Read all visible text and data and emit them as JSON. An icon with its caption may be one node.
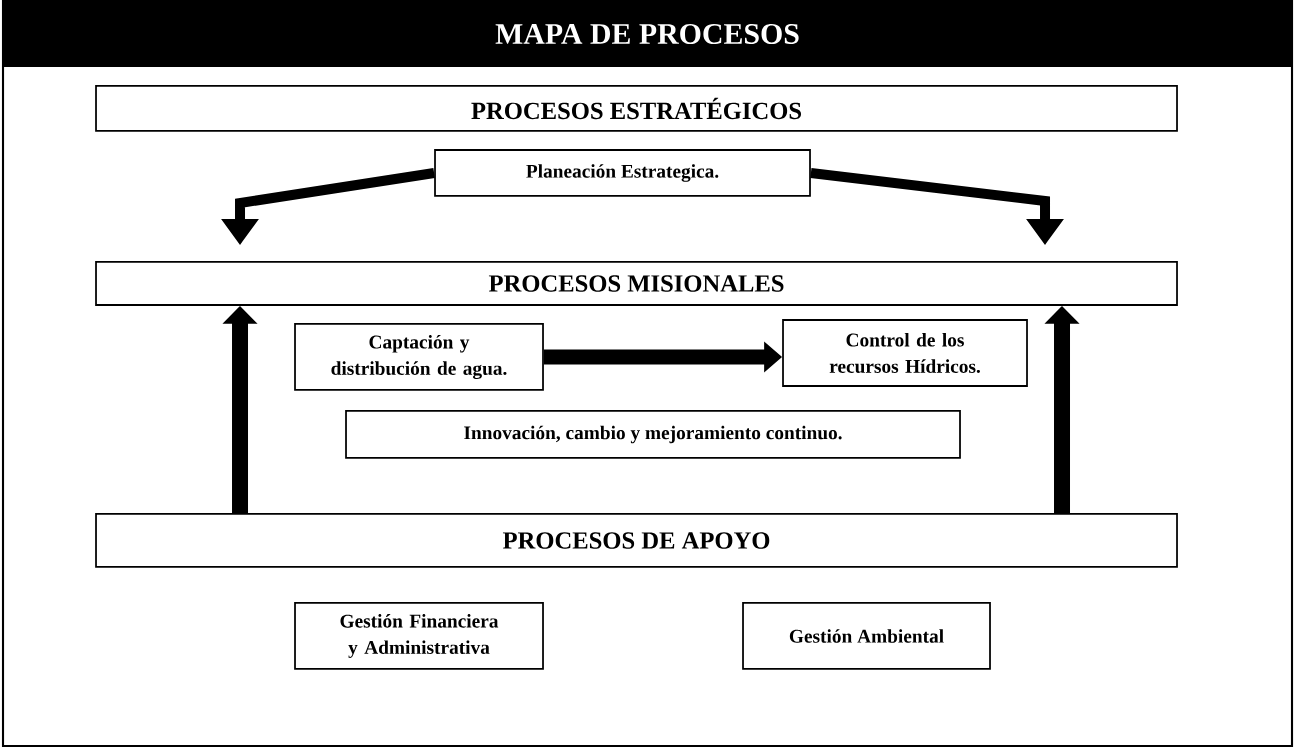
{
  "diagram": {
    "nodes": [
      {
        "text": [
          "MAPA DE PROCESOS"
        ]
      },
      {
        "text": [
          "PROCESOS ESTRATÉGICOS"
        ],
        "in": 0
      },
      {
        "text": [
          "Planeación Estrategica."
        ],
        "in": 0
      },
      {
        "text": [
          "PROCESOS MISIONALES"
        ],
        "in": 0
      },
      {
        "text": [
          "Captación y distribución de agua."
        ],
        "in": 0
      },
      {
        "text": [
          "Control de los recursos Hídricos."
        ],
        "in": 0
      },
      {
        "text": [
          "Innovación, cambio y mejoramiento continuo."
        ],
        "in": 0
      },
      {
        "text": [
          "PROCESOS DE APOYO"
        ],
        "in": 0
      },
      {
        "text": [
          "Gestión Financiera y Administrativa"
        ],
        "in": 0
      },
      {
        "text": [
          "Gestión Ambiental"
        ],
        "in": 0
      }
    ],
    "edges": [
      {
        "from": 2,
        "to": 3,
        "arrow": "to"
      },
      {
        "from": 2,
        "to": 3,
        "arrow": "to"
      },
      {
        "from": 4,
        "to": 5,
        "arrow": "to"
      },
      {
        "from": 7,
        "to": 3,
        "arrow": "to"
      },
      {
        "from": 7,
        "to": 3,
        "arrow": "to"
      }
    ]
  }
}
